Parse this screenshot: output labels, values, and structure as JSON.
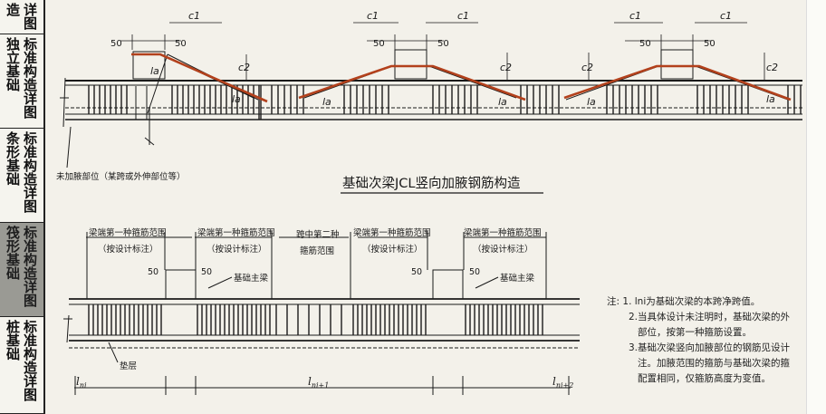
{
  "sidebar": {
    "tabs": [
      {
        "label": "造详图",
        "cols": [
          "造",
          "详图"
        ],
        "active": false
      },
      {
        "label": "独立基础标准构造详图",
        "cols": [
          "独立基础",
          "标准构造详图"
        ],
        "active": false
      },
      {
        "label": "条形基础标准构造详图",
        "cols": [
          "条形基础",
          "标准构造详图"
        ],
        "active": false
      },
      {
        "label": "筏形基础标准构造详图",
        "cols": [
          "筏形基础",
          "标准构造详图"
        ],
        "active": true
      },
      {
        "label": "桩基础标准构造详图",
        "cols": [
          "桩基础",
          "标准构造详图"
        ],
        "active": false
      }
    ]
  },
  "top_drawing": {
    "dim_c1": "c1",
    "dim_c2": "c2",
    "dim_50": "50",
    "label_la": "la",
    "callout_unhaunched": "未加腋部位（某跨或外伸部位等）",
    "title": "基础次梁JCL竖向加腋钢筋构造"
  },
  "bottom_drawing": {
    "range_end": "梁端第一种箍筋范围",
    "range_end_note": "（按设计标注）",
    "range_mid_l1": "跨中第二种",
    "range_mid_l2": "箍筋范围",
    "dim_50": "50",
    "main_beam": "基础主梁",
    "cushion": "垫层",
    "span_ln1": "l",
    "sub_ni": "ni",
    "sub_ni1": "ni+1",
    "sub_ni2": "ni+2"
  },
  "notes": {
    "prefix": "注:",
    "items": [
      "1. lni为基础次梁的本跨净跨值。",
      "2.当具体设计未注明时，基础次梁的外",
      "部位，按第一种箍筋设置。",
      "3.基础次梁竖向加腋部位的钢筋见设计",
      "注。加腋范围的箍筋与基础次梁的箍",
      "配置相同，仅箍筋高度为变值。"
    ]
  },
  "colors": {
    "line": "#1a1a1a",
    "haunch_bar": "#b3411c",
    "paper": "#f3f1ea",
    "active_tab": "#9a9a94"
  }
}
